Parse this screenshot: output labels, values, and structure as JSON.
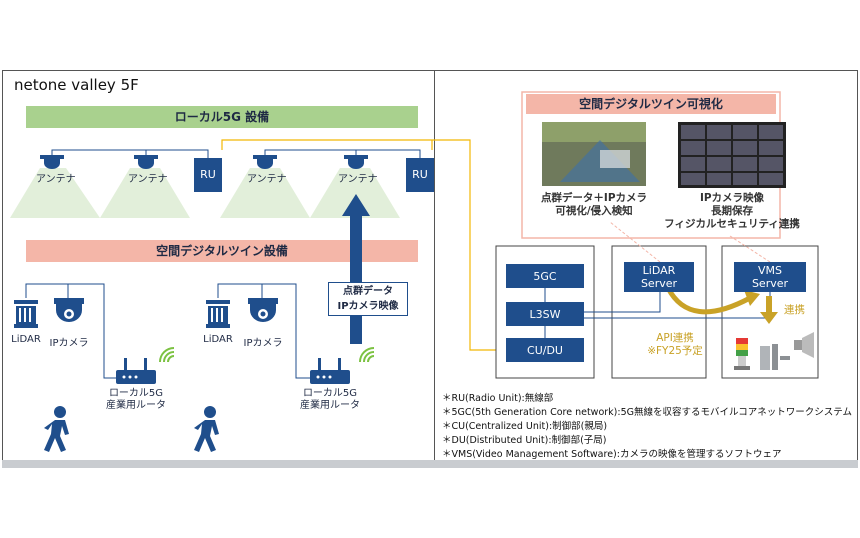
{
  "venue_title": "netone valley 5F",
  "local5g_band": "ローカル5G 設備",
  "twin_band": "空間デジタルツイン設備",
  "antenna_label": "アンテナ",
  "ru_label": "RU",
  "lidar_label": "LiDAR",
  "ipcam_label": "IPカメラ",
  "router_label_line1": "ローカル5G",
  "router_label_line2": "産業用ルータ",
  "uplink_label_line1": "点群データ",
  "uplink_label_line2": "IPカメラ映像",
  "viz_title": "空間デジタルツイン可視化",
  "viz_left_caption_line1": "点群データ＋IPカメラ",
  "viz_left_caption_line2": "可視化/侵入検知",
  "viz_right_caption_line1": "IPカメラ映像",
  "viz_right_caption_line2": "長期保存",
  "viz_right_caption_line3": "フィジカルセキュリティ連携",
  "node_5gc": "5GC",
  "node_l3sw": "L3SW",
  "node_cudu": "CU/DU",
  "lidar_server_line1": "LiDAR",
  "lidar_server_line2": "Server",
  "vms_server_line1": "VMS",
  "vms_server_line2": "Server",
  "api_line1": "API連携",
  "api_line2": "※FY25予定",
  "renkei_label": "連携",
  "notes": [
    "＊RU(Radio Unit):無線部",
    "＊5GC(5th Generation Core network):5G無線を収容するモバイルコアネットワークシステム",
    "＊CU(Centralized Unit):制御部(親局)",
    "＊DU(Distributed Unit):制御部(子局)",
    "＊VMS(Video Management Software):カメラの映像を管理するソフトウェア"
  ],
  "colors": {
    "navy": "#1f4e8c",
    "green_band": "#a9d18e",
    "pink_band": "#f4b6a8",
    "link_yellow": "#f2b705",
    "beam": "#e2efda",
    "arrow_gold": "#c9a227"
  }
}
